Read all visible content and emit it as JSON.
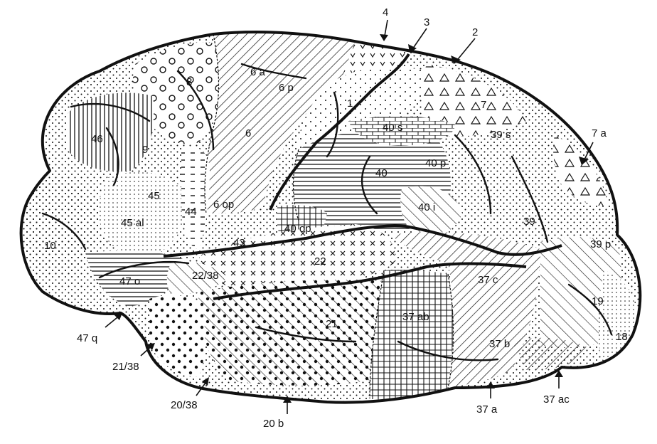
{
  "colors": {
    "ink": "#111111",
    "paper": "#ffffff"
  },
  "areas": {
    "a46": "46",
    "a9": "9",
    "a8": "8",
    "a6a": "6 a",
    "a6p": "6 p",
    "a6": "6",
    "a1": "1",
    "a7": "7",
    "a40s": "40 s",
    "a40": "40",
    "a40p": "40 p",
    "a40i": "40 i",
    "a39s": "39 s",
    "a39": "39",
    "a39p": "39 p",
    "a45": "45",
    "a45al": "45 al",
    "a44": "44",
    "a6op": "6 op",
    "a43": "43",
    "a40op": "40 op",
    "a10": "10",
    "a47o": "47 o",
    "a22_38": "22/38",
    "a22": "22",
    "a21": "21",
    "a37c": "37 c",
    "a37ab": "37 ab",
    "a37b": "37 b",
    "a19": "19",
    "a18": "18"
  },
  "pointers": {
    "p4": "4",
    "p3": "3",
    "p2": "2",
    "p7a": "7 a",
    "p47q": "47 q",
    "p21_38": "21/38",
    "p20_38": "20/38",
    "p20b": "20 b",
    "p37a": "37 a",
    "p37ac": "37 ac"
  }
}
